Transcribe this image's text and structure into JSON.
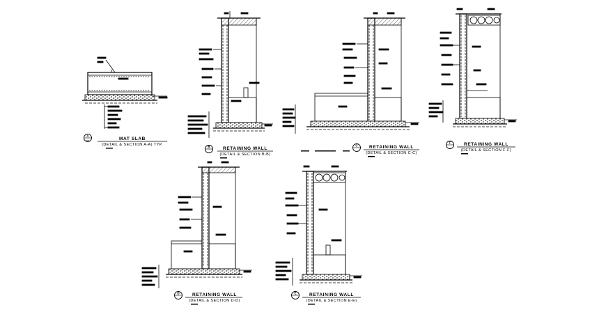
{
  "details": [
    {
      "id": "a",
      "title": "MAT SLAB",
      "subtitle": "(DETAIL & SECTION A-A) TYP."
    },
    {
      "id": "b",
      "title": "RETAINING WALL",
      "subtitle": "(DETAIL & SECTION B-B)"
    },
    {
      "id": "c",
      "title": "RETAINING WALL",
      "subtitle": "(DETAIL & SECTION C-C)"
    },
    {
      "id": "f",
      "title": "RETAINING WALL",
      "subtitle": "(DETAIL & SECTION F-F)"
    },
    {
      "id": "d",
      "title": "RETAINING WALL",
      "subtitle": "(DETAIL & SECTION D-D)"
    },
    {
      "id": "e",
      "title": "RETAINING WALL",
      "subtitle": "(DETAIL & SECTION E-E)"
    }
  ],
  "colors": {
    "line": "#000000",
    "background": "#ffffff"
  }
}
